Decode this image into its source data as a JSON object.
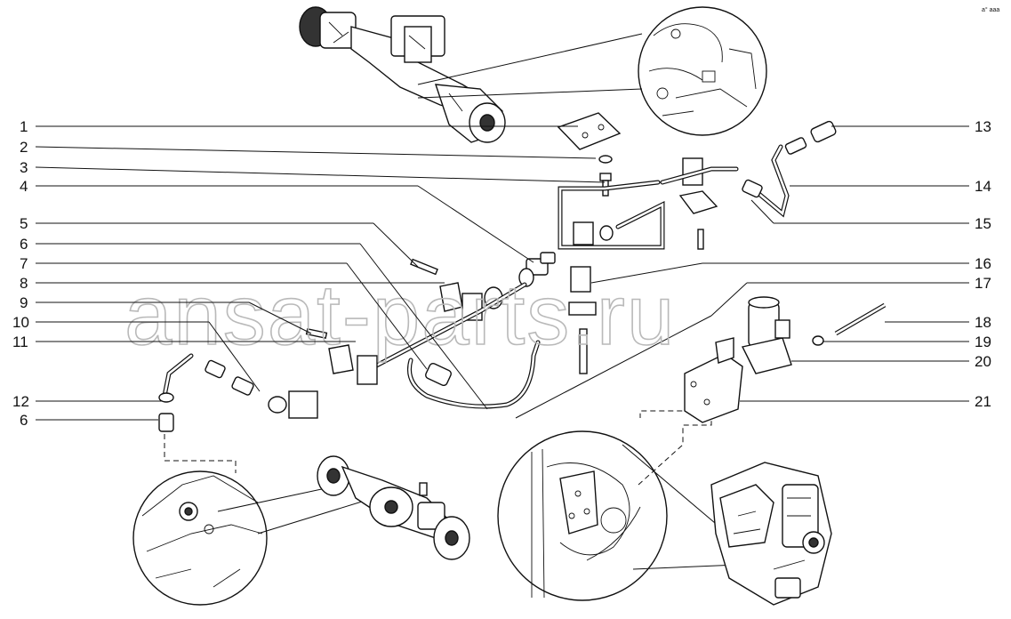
{
  "watermark": "ansat-parts.ru",
  "corner_code": "a° aaa",
  "callouts_left": [
    "1",
    "2",
    "3",
    "4",
    "5",
    "6",
    "7",
    "8",
    "9",
    "10",
    "11",
    "12",
    "6"
  ],
  "callouts_right": [
    "13",
    "14",
    "15",
    "16",
    "17",
    "18",
    "19",
    "20",
    "21"
  ]
}
